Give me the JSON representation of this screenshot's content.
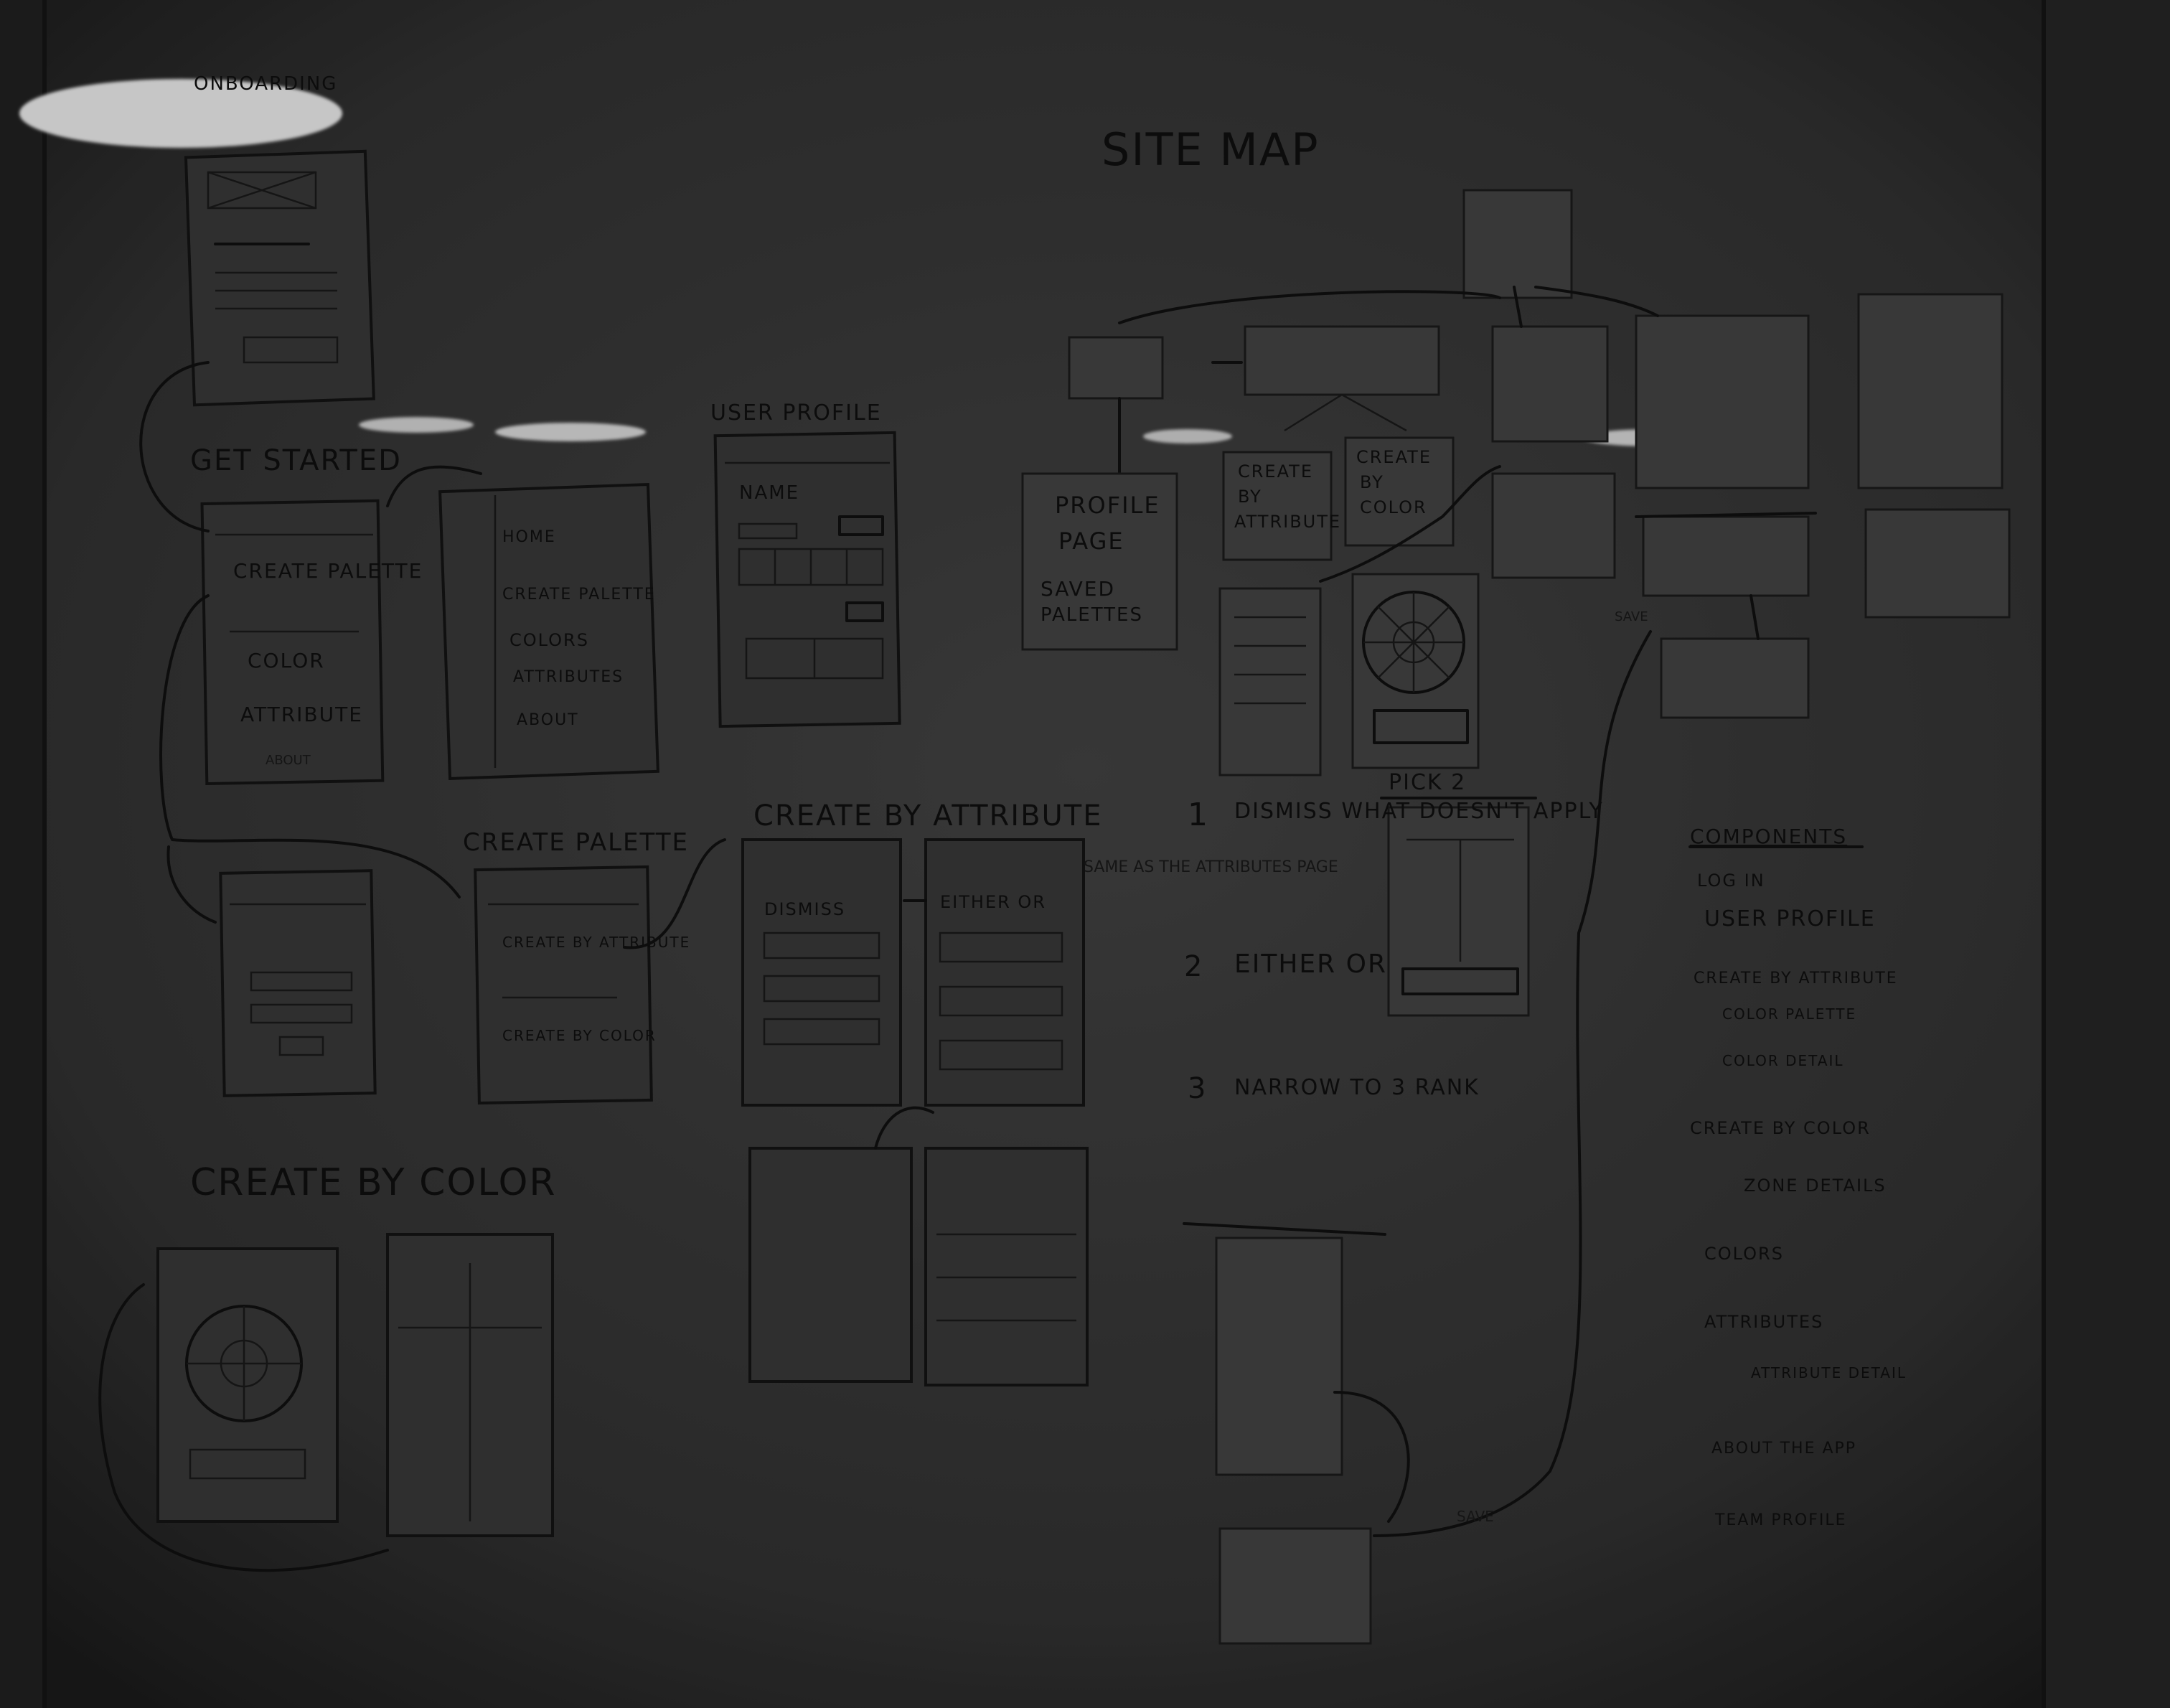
{
  "scene": {
    "description_colors": {
      "wall": "#2a2a2a",
      "board": "#3c3c3c",
      "ink": "#111111",
      "glare": "#f2f2f2"
    }
  },
  "sketches": {
    "header_left": "ONBOARDING",
    "get_started": "GET STARTED",
    "get_started_items": {
      "create": "CREATE PALETTE",
      "color": "COLOR",
      "attribute": "ATTRIBUTE",
      "about": "ABOUT"
    },
    "menu_items": {
      "home": "HOME",
      "create": "CREATE PALETTE",
      "colors": "COLORS",
      "attributes": "ATTRIBUTES",
      "about": "ABOUT"
    },
    "user_profile": "USER PROFILE",
    "user_profile_name": "NAME",
    "site_map": "SITE MAP",
    "profile_page": {
      "line1": "PROFILE",
      "line2": "PAGE",
      "line3": "SAVED",
      "line4": "PALETTES"
    },
    "create_by_attribute_box": {
      "line1": "CREATE",
      "line2": "BY",
      "line3": "ATTRIBUTE"
    },
    "create_by_color_box": {
      "line1": "CREATE",
      "line2": "BY",
      "line3": "COLOR"
    },
    "pick2": "PICK 2",
    "create_palette": "CREATE PALETTE",
    "create_by_attribute_screen": "CREATE BY ATTRIBUTE",
    "create_by_color_screen": "CREATE BY COLOR",
    "create_by_attribute_title": "CREATE BY ATTRIBUTE",
    "step_dismiss": "DISMISS",
    "step_either": "EITHER OR",
    "same_note": "SAME AS THE ATTRIBUTES PAGE",
    "steps": [
      {
        "num": "1",
        "text": "DISMISS WHAT DOESN'T APPLY"
      },
      {
        "num": "2",
        "text": "EITHER OR"
      },
      {
        "num": "3",
        "text": "NARROW TO 3 RANK"
      }
    ],
    "create_by_color_title": "CREATE BY COLOR",
    "components_title": "COMPONENTS",
    "components": [
      "LOG IN",
      "USER PROFILE",
      "CREATE BY ATTRIBUTE",
      "COLOR PALETTE",
      "COLOR DETAIL",
      "CREATE BY COLOR",
      "ZONE DETAILS",
      "COLORS",
      "ATTRIBUTES",
      "ATTRIBUTE DETAIL",
      "ABOUT THE APP",
      "TEAM PROFILE"
    ],
    "save_label": "SAVE"
  }
}
